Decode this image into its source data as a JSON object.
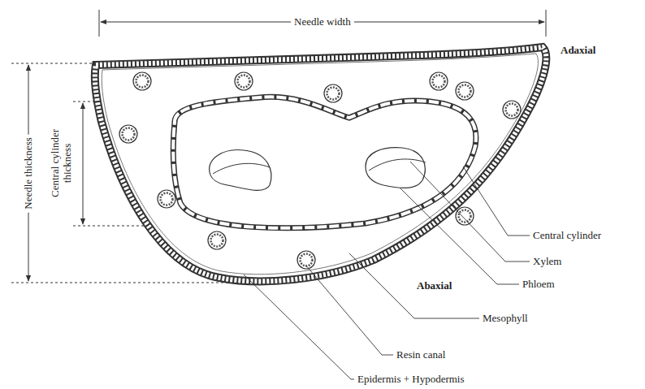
{
  "diagram": {
    "labels": [
      "Needle width",
      "Adaxial",
      "Needle thickness",
      "Central cylinder thickness",
      "Central cylinder",
      "Xylem",
      "Phloem",
      "Abaxial",
      "Mesophyll",
      "Resin canal",
      "Epidermis + Hypodermis"
    ]
  }
}
